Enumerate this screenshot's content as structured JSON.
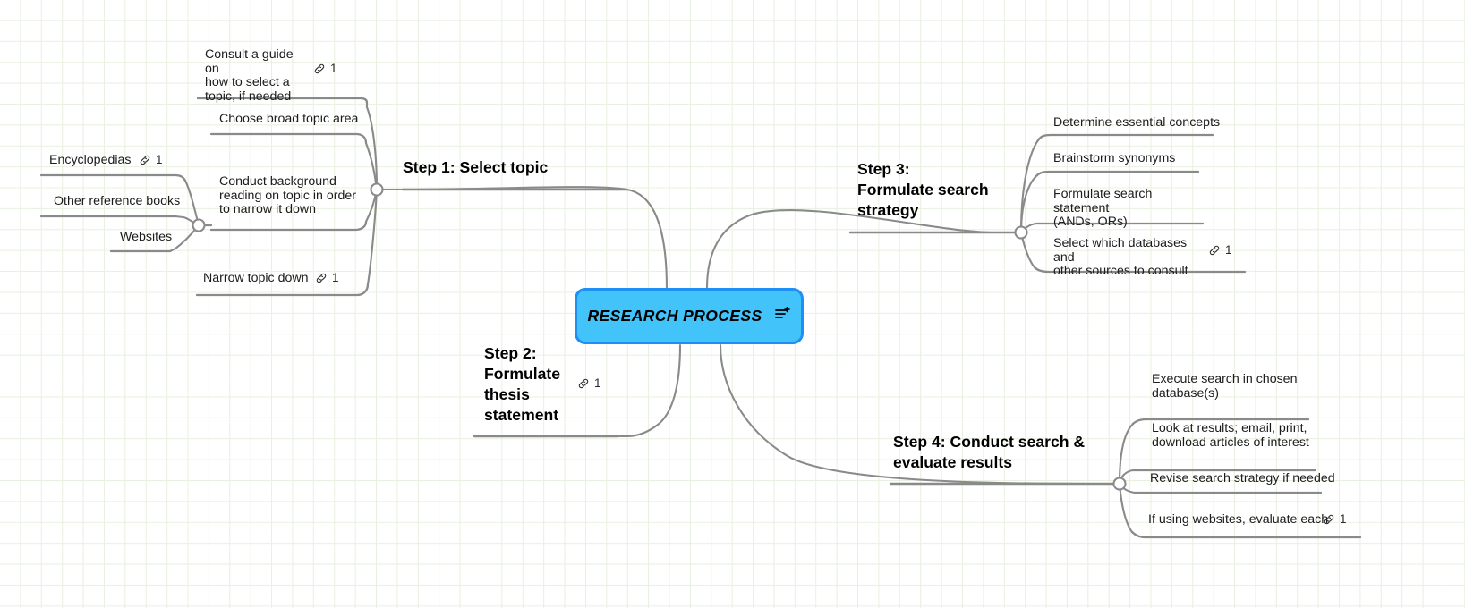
{
  "canvas": {
    "background_color": "#ffffff",
    "grid_color": "#e8f0e0",
    "connector_color": "#8a8a8a"
  },
  "root": {
    "title": "RESEARCH PROCESS",
    "fill_color": "#42c3fa",
    "border_color": "#1e90f5",
    "icon": "list-plus-icon"
  },
  "branches": [
    {
      "id": "step1",
      "title": "Step 1: Select topic",
      "children": [
        {
          "label": "Consult a guide on\nhow to select a\ntopic, if needed",
          "links": "1"
        },
        {
          "label": "Choose broad topic area",
          "links": null
        },
        {
          "label": "Conduct background\nreading on topic in order\nto narrow it down",
          "links": null,
          "children": [
            {
              "label": "Encyclopedias",
              "links": "1"
            },
            {
              "label": "Other reference books",
              "links": null
            },
            {
              "label": "Websites",
              "links": null
            }
          ]
        },
        {
          "label": "Narrow topic down",
          "links": "1"
        }
      ]
    },
    {
      "id": "step2",
      "title": "Step 2:\nFormulate\nthesis\nstatement",
      "links": "1",
      "children": []
    },
    {
      "id": "step3",
      "title": "Step 3:\nFormulate search\nstrategy",
      "children": [
        {
          "label": "Determine essential concepts",
          "links": null
        },
        {
          "label": "Brainstorm synonyms",
          "links": null
        },
        {
          "label": "Formulate search statement\n(ANDs, ORs)",
          "links": null
        },
        {
          "label": "Select which databases and\nother sources to consult",
          "links": "1"
        }
      ]
    },
    {
      "id": "step4",
      "title": "Step 4: Conduct search &\nevaluate results",
      "children": [
        {
          "label": "Execute search in chosen\ndatabase(s)",
          "links": null
        },
        {
          "label": "Look at results; email, print,\ndownload articles of interest",
          "links": null
        },
        {
          "label": "Revise search strategy if needed",
          "links": null
        },
        {
          "label": "If using websites, evaluate each",
          "links": "1"
        }
      ]
    }
  ]
}
